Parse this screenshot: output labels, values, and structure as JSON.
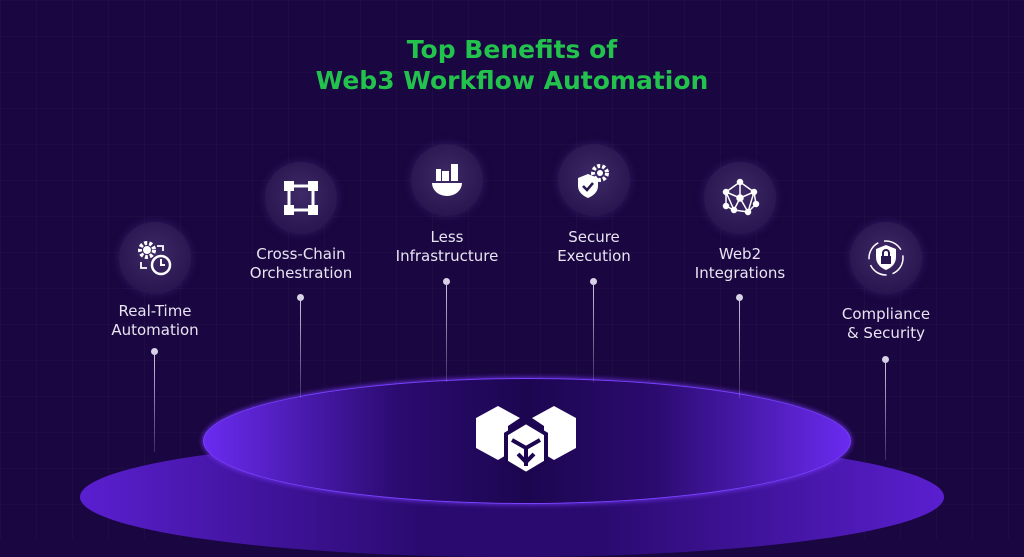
{
  "title": {
    "line1": "Top Benefits of",
    "line2": "Web3 Workflow Automation"
  },
  "benefits": [
    {
      "line1": "Real-Time",
      "line2": "Automation",
      "icon": "gear-clock-icon"
    },
    {
      "line1": "Cross-Chain",
      "line2": "Orchestration",
      "icon": "nodes-square-icon"
    },
    {
      "line1": "Less",
      "line2": "Infrastructure",
      "icon": "infrastructure-gear-icon"
    },
    {
      "line1": "Secure",
      "line2": "Execution",
      "icon": "shield-gear-icon"
    },
    {
      "line1": "Web2",
      "line2": "Integrations",
      "icon": "network-icon"
    },
    {
      "line1": "Compliance",
      "line2": "& Security",
      "icon": "shield-lock-icon"
    }
  ],
  "colors": {
    "title": "#22c24d",
    "background": "#1a0640",
    "platform": "#6a2bf0"
  }
}
